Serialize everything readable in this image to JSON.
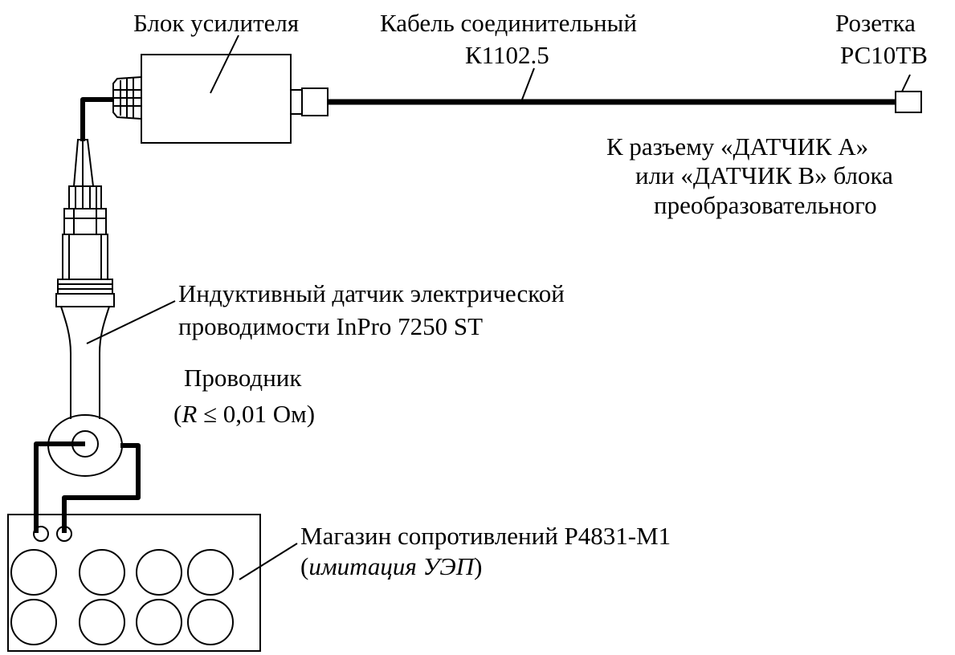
{
  "labels": {
    "amplifier_block": "Блок усилителя",
    "cable_line1": "Кабель соединительный",
    "cable_line2": "К1102.5",
    "socket_line1": "Розетка",
    "socket_line2": "РС10ТВ",
    "connector_note_line1": "К разъему «ДАТЧИК А»",
    "connector_note_line2": "или «ДАТЧИК В» блока",
    "connector_note_line3": "преобразовательного",
    "sensor_line1": "Индуктивный датчик электрической",
    "sensor_line2": "проводимости InPro 7250 ST",
    "conductor_line1": "Проводник",
    "conductor_r": "R",
    "conductor_rest": " ≤ 0,01 Ом)",
    "conductor_open": "(",
    "resistance_line1": "Магазин сопротивлений Р4831-М1",
    "resistance_open": "(",
    "resistance_italic": "имитация УЭП",
    "resistance_close": ")"
  },
  "colors": {
    "stroke": "#000000",
    "background": "#ffffff"
  },
  "resistance_box_dials": 8
}
